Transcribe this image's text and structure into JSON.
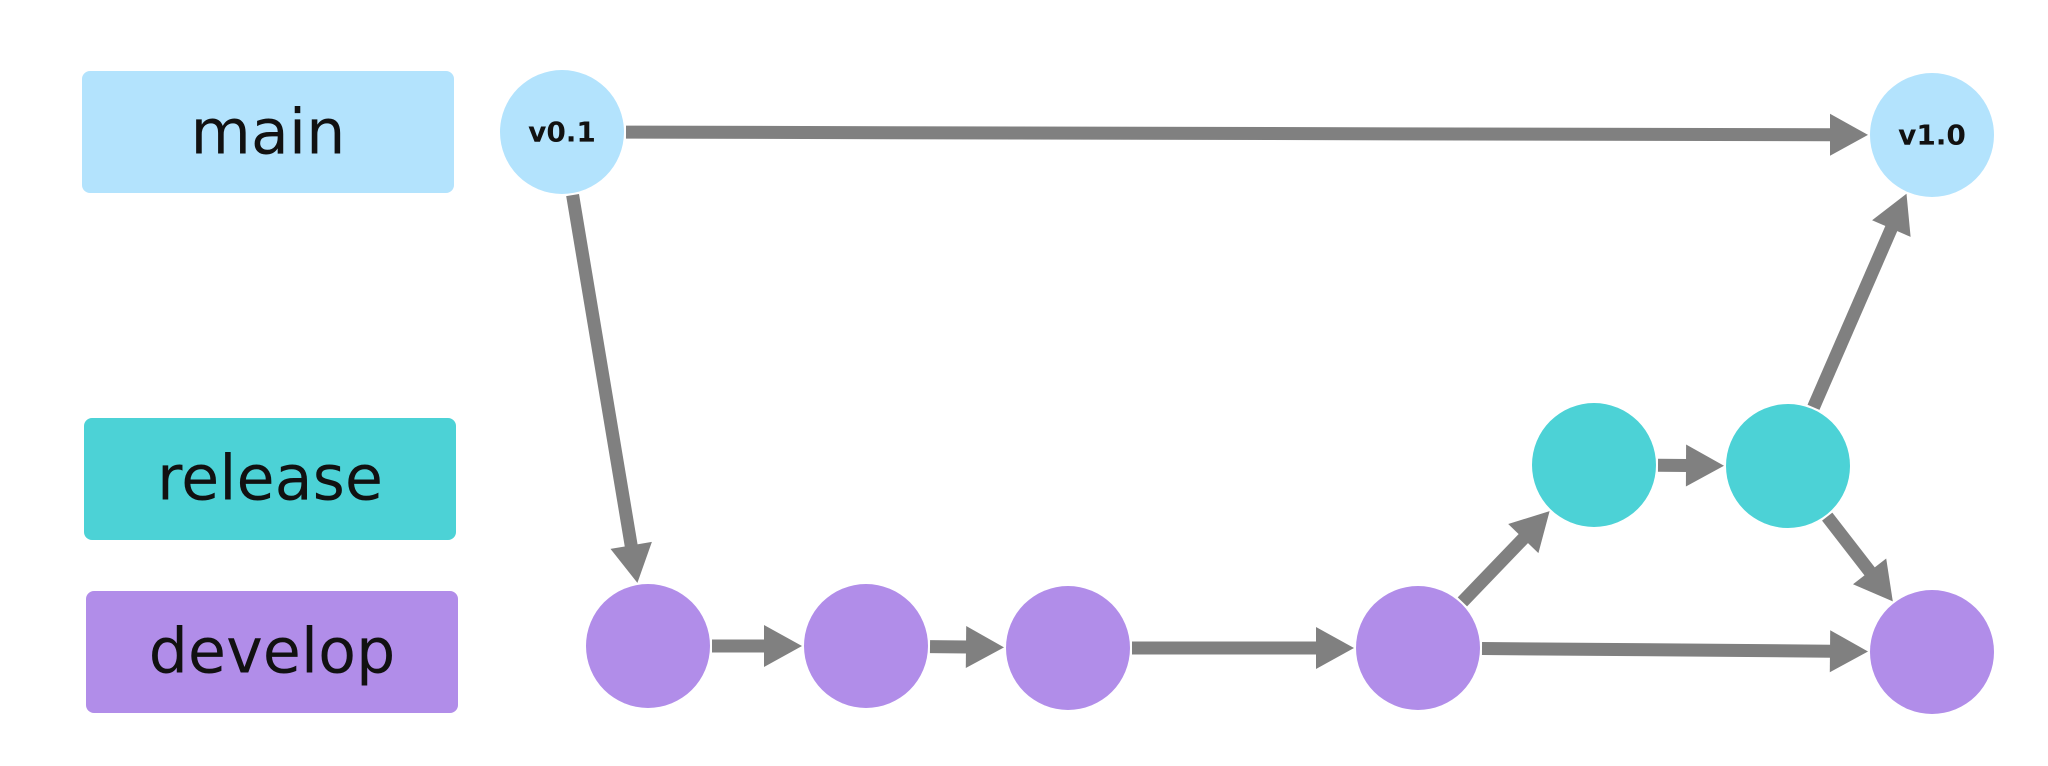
{
  "colors": {
    "main": "#b3e3fd",
    "release": "#4cd2d6",
    "develop": "#b18de9",
    "arrow": "#808080"
  },
  "branches": [
    {
      "key": "main",
      "label": "main"
    },
    {
      "key": "release",
      "label": "release"
    },
    {
      "key": "develop",
      "label": "develop"
    }
  ],
  "commits": [
    {
      "id": "main-v01",
      "branch": "main",
      "tag": "v0.1"
    },
    {
      "id": "main-v10",
      "branch": "main",
      "tag": "v1.0"
    },
    {
      "id": "develop-1",
      "branch": "develop",
      "tag": ""
    },
    {
      "id": "develop-2",
      "branch": "develop",
      "tag": ""
    },
    {
      "id": "develop-3",
      "branch": "develop",
      "tag": ""
    },
    {
      "id": "develop-4",
      "branch": "develop",
      "tag": ""
    },
    {
      "id": "develop-5",
      "branch": "develop",
      "tag": ""
    },
    {
      "id": "release-1",
      "branch": "release",
      "tag": ""
    },
    {
      "id": "release-2",
      "branch": "release",
      "tag": ""
    }
  ],
  "edges": [
    {
      "from": "main-v01",
      "to": "main-v10"
    },
    {
      "from": "main-v01",
      "to": "develop-1"
    },
    {
      "from": "develop-1",
      "to": "develop-2"
    },
    {
      "from": "develop-2",
      "to": "develop-3"
    },
    {
      "from": "develop-3",
      "to": "develop-4"
    },
    {
      "from": "develop-4",
      "to": "develop-5"
    },
    {
      "from": "develop-4",
      "to": "release-1"
    },
    {
      "from": "release-1",
      "to": "release-2"
    },
    {
      "from": "release-2",
      "to": "main-v10"
    },
    {
      "from": "release-2",
      "to": "develop-5"
    }
  ]
}
